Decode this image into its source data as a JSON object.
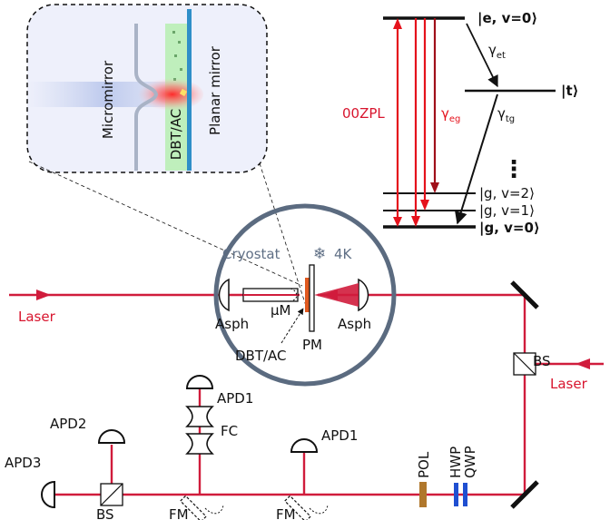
{
  "colors": {
    "beam": "#d01c3c",
    "cryostat_ring": "#5b6b80",
    "energy_red": "#e5121c",
    "energy_darkred": "#a0101a",
    "orange_pm_coating": "#e05a20",
    "pol_element": "#b0772c",
    "waveplate": "#1f4fd1",
    "dbt_region": "#b6efb0",
    "planar_mirror_blue": "#2f8fc8"
  },
  "inset": {
    "micromirror_label": "Micromirror",
    "dbt_label": "DBT/AC",
    "planar_label": "Planar mirror"
  },
  "energy": {
    "e_level": "|e, v=0⟩",
    "t_level": "|t⟩",
    "g2_level": "|g, v=2⟩",
    "g1_level": "|g, v=1⟩",
    "g0_level": "|g, v=0⟩",
    "zpl_label": "00ZPL",
    "gamma_eg": "γ",
    "gamma_eg_sub": "eg",
    "gamma_et": "γ",
    "gamma_et_sub": "et",
    "gamma_tg": "γ",
    "gamma_tg_sub": "tg",
    "dots": "⋮"
  },
  "setup": {
    "cryostat": "Cryostat",
    "temperature": "4K",
    "snowflake_icon": "snowflake-icon",
    "laser_left": "Laser",
    "laser_right": "Laser",
    "asph_left": "Asph",
    "asph_right": "Asph",
    "um": "μM",
    "pm": "PM",
    "dbt_ac": "DBT/AC",
    "bs_right": "BS",
    "bs_left": "BS",
    "apd1_top": "APD1",
    "apd1_mid": "APD1",
    "apd2": "APD2",
    "apd3": "APD3",
    "fc": "FC",
    "fm_left": "FM",
    "fm_mid": "FM",
    "pol": "POL",
    "hwp": "HWP",
    "qwp": "QWP"
  }
}
